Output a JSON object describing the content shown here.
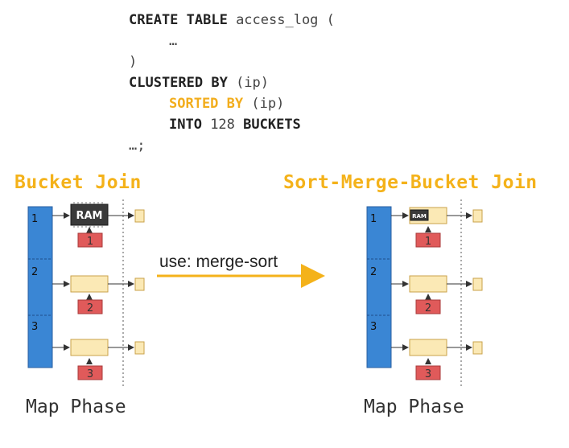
{
  "code": {
    "line1": {
      "kw": "CREATE TABLE",
      "rest": " access_log ("
    },
    "line2": "…",
    "line3": ")",
    "line4": {
      "kw": "CLUSTERED BY",
      "rest": " (ip)"
    },
    "line5": {
      "kw": "SORTED BY",
      "rest": " (ip)"
    },
    "line6": {
      "kw1": "INTO",
      "num": " 128 ",
      "kw2": "BUCKETS"
    },
    "line7": "…;"
  },
  "left": {
    "title": "Bucket Join",
    "phase": "Map Phase",
    "ram_label": "RAM",
    "bucket_labels": [
      "1",
      "2",
      "3"
    ],
    "other_labels": [
      "1",
      "2",
      "3"
    ]
  },
  "right": {
    "title": "Sort-Merge-Bucket Join",
    "phase": "Map Phase",
    "ram_label": "RAM",
    "bucket_labels": [
      "1",
      "2",
      "3"
    ],
    "other_labels": [
      "1",
      "2",
      "3"
    ]
  },
  "arrow": {
    "label": "use: merge-sort"
  },
  "colors": {
    "bucket_fill": "#3a86d4",
    "bucket_stroke": "#2a5fa0",
    "task_fill": "#fbe9b5",
    "task_stroke": "#c9a24a",
    "other_fill": "#e05a5a",
    "accent": "#f4b21a",
    "ram_fill": "#3a3a3a"
  }
}
